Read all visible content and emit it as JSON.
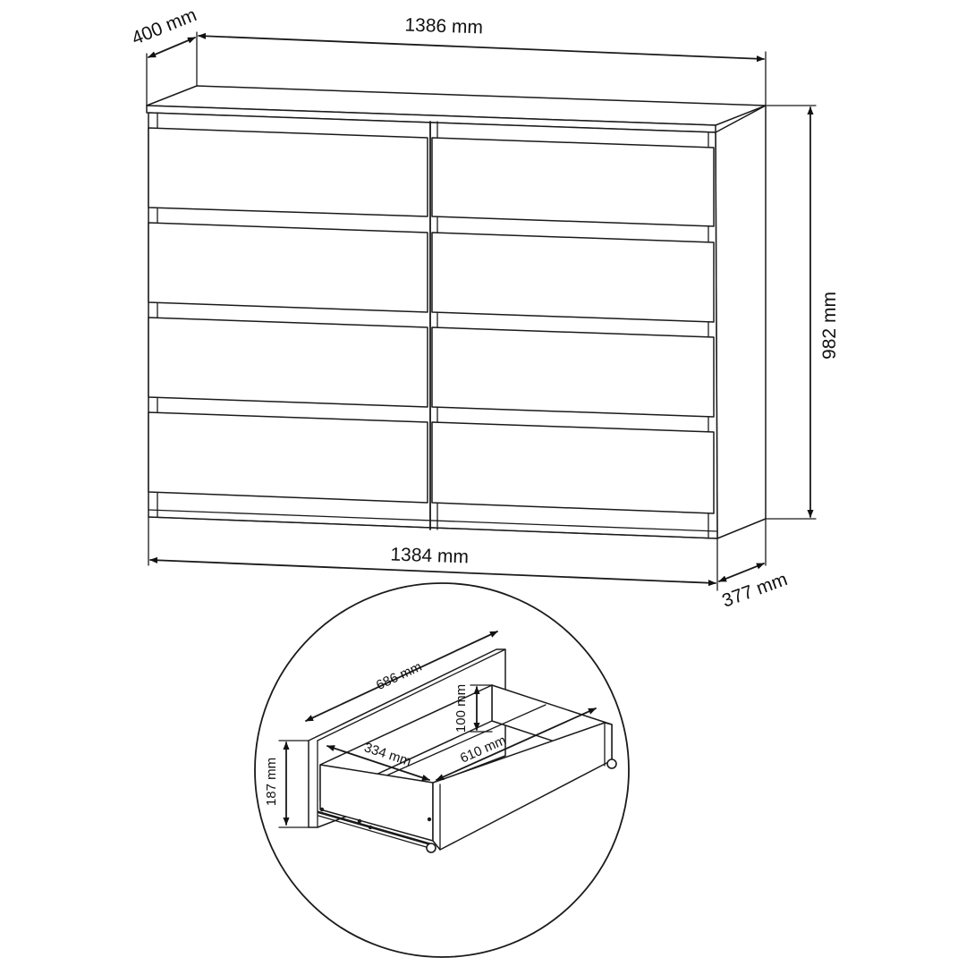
{
  "colors": {
    "line": "#1a1a1a",
    "background": "#ffffff"
  },
  "dresser": {
    "dimensions": {
      "depth_top": "400 mm",
      "width_top": "1386 mm",
      "height": "982 mm",
      "width_bottom": "1384 mm",
      "depth_bottom": "377 mm"
    }
  },
  "drawer_detail": {
    "dimensions": {
      "front_width": "686 mm",
      "front_height": "187 mm",
      "inner_height": "100 mm",
      "inner_width": "334 mm",
      "inner_depth": "610 mm"
    }
  }
}
